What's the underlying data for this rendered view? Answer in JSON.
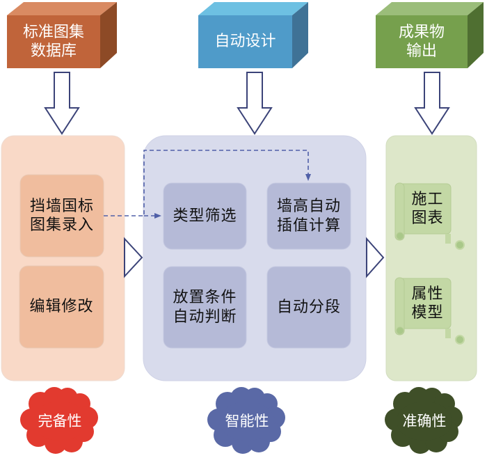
{
  "columns": [
    {
      "header": "标准图集\n数据库",
      "header_color": "#c0643a",
      "panel_color": "#f9d9c7",
      "items": [
        "挡墙国标\n图集录入",
        "编辑修改"
      ],
      "item_color": "#f0bd9e",
      "cloud_label": "完备性",
      "cloud_color": "#e23a2f"
    },
    {
      "header": "自动设计",
      "header_color": "#4f9bc9",
      "panel_color": "#d8dbec",
      "items": [
        "类型筛选",
        "墙高自动\n插值计算",
        "放置条件\n自动判断",
        "自动分段"
      ],
      "item_color": "#b5bad7",
      "cloud_label": "智能性",
      "cloud_color": "#5a69a6"
    },
    {
      "header": "成果物\n输出",
      "header_color": "#76a04d",
      "panel_color": "#dde7c9",
      "items": [
        "施工\n图表",
        "属性\n模型"
      ],
      "item_color": "#c3d8a5",
      "cloud_label": "准确性",
      "cloud_color": "#3f4f28"
    }
  ],
  "arrow_color": "#3b4378",
  "dashed_color": "#5060a8"
}
